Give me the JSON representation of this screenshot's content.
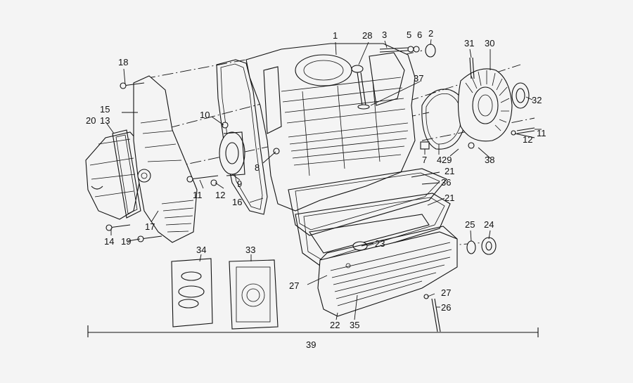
{
  "callouts": [
    {
      "id": "1",
      "text": "1"
    },
    {
      "id": "2",
      "text": "2"
    },
    {
      "id": "3",
      "text": "3"
    },
    {
      "id": "4",
      "text": "4"
    },
    {
      "id": "5",
      "text": "5"
    },
    {
      "id": "6",
      "text": "6"
    },
    {
      "id": "7",
      "text": "7"
    },
    {
      "id": "8",
      "text": "8"
    },
    {
      "id": "9",
      "text": "9"
    },
    {
      "id": "10",
      "text": "10"
    },
    {
      "id": "11a",
      "text": "11"
    },
    {
      "id": "11b",
      "text": "11"
    },
    {
      "id": "12a",
      "text": "12"
    },
    {
      "id": "12b",
      "text": "12"
    },
    {
      "id": "13",
      "text": "13"
    },
    {
      "id": "14",
      "text": "14"
    },
    {
      "id": "15",
      "text": "15"
    },
    {
      "id": "16",
      "text": "16"
    },
    {
      "id": "17",
      "text": "17"
    },
    {
      "id": "18",
      "text": "18"
    },
    {
      "id": "19",
      "text": "19"
    },
    {
      "id": "20",
      "text": "20"
    },
    {
      "id": "21a",
      "text": "21"
    },
    {
      "id": "21b",
      "text": "21"
    },
    {
      "id": "22",
      "text": "22"
    },
    {
      "id": "23",
      "text": "23"
    },
    {
      "id": "24",
      "text": "24"
    },
    {
      "id": "25",
      "text": "25"
    },
    {
      "id": "26",
      "text": "26"
    },
    {
      "id": "27a",
      "text": "27"
    },
    {
      "id": "27b",
      "text": "27"
    },
    {
      "id": "28",
      "text": "28"
    },
    {
      "id": "29",
      "text": "29"
    },
    {
      "id": "30",
      "text": "30"
    },
    {
      "id": "31",
      "text": "31"
    },
    {
      "id": "32",
      "text": "32"
    },
    {
      "id": "33",
      "text": "33"
    },
    {
      "id": "34",
      "text": "34"
    },
    {
      "id": "35",
      "text": "35"
    },
    {
      "id": "36",
      "text": "36"
    },
    {
      "id": "37",
      "text": "37"
    },
    {
      "id": "38",
      "text": "38"
    },
    {
      "id": "39",
      "text": "39"
    }
  ]
}
